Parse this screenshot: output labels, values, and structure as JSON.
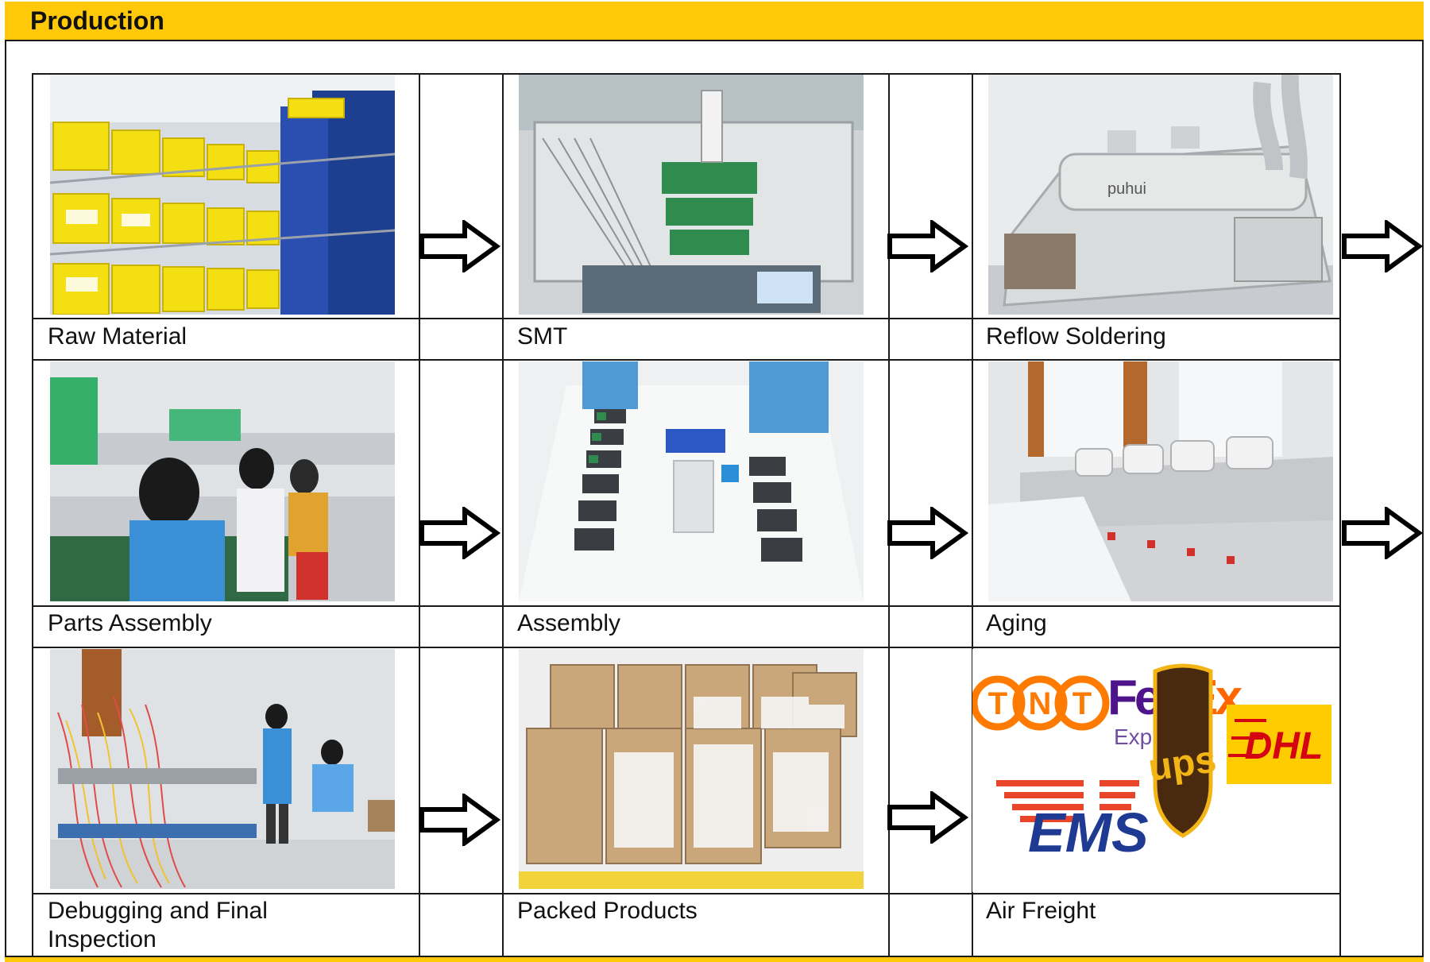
{
  "header": {
    "title": "Production"
  },
  "colors": {
    "accent": "#ffc90a",
    "border": "#1a1a1a"
  },
  "steps": [
    {
      "label": "Raw Material",
      "image": "parts-shelves-photo"
    },
    {
      "label": "SMT",
      "image": "pick-and-place-machine-photo"
    },
    {
      "label": "Reflow Soldering",
      "image": "reflow-oven-photo"
    },
    {
      "label": "Parts Assembly",
      "image": "assembly-line-workers-photo"
    },
    {
      "label": "Assembly",
      "image": "assembly-table-photo"
    },
    {
      "label": "Aging",
      "image": "aging-test-rack-photo"
    },
    {
      "label": "Debugging and Final Inspection",
      "image": "inspection-station-photo"
    },
    {
      "label": "Packed Products",
      "image": "cardboard-boxes-photo"
    },
    {
      "label": "Air Freight",
      "image": "courier-logos"
    }
  ],
  "courier_logos": {
    "tnt": "TNT",
    "fedex_main": "FedEx",
    "fedex_sub": "Express",
    "ems": "EMS",
    "ups": "ups",
    "dhl": "DHL"
  },
  "arrow_icon": "right-arrow-outline-icon"
}
